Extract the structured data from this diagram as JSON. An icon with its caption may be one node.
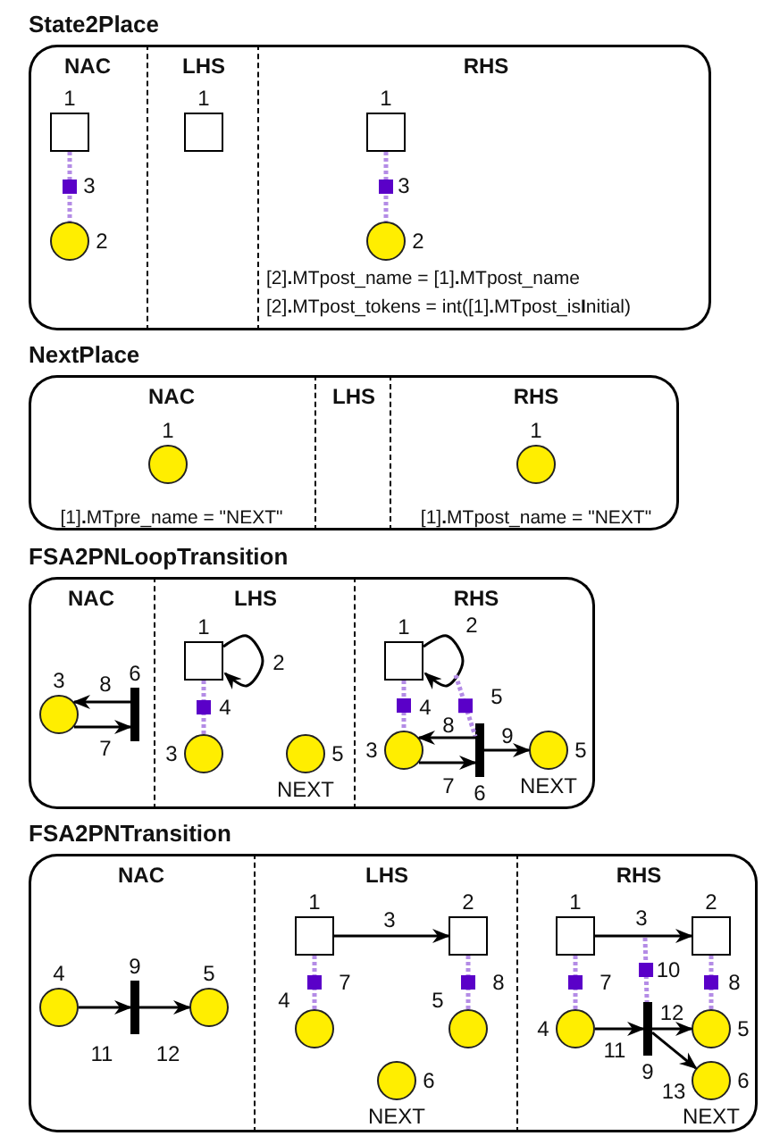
{
  "diagram": {
    "nodes": [
      {
        "text": [
          "State2Place"
        ]
      },
      {
        "text": [
          "NAC"
        ],
        "in": 0
      },
      {
        "text": [
          "LHS"
        ],
        "in": 0
      },
      {
        "text": [
          "RHS",
          "[2]**.**MTpost_name = [1]**.**MTpost_name",
          "[2]**.**MTpost_tokens = int([1]**.**MTpost_is**I**nitial)"
        ],
        "in": 0
      },
      {
        "text": [],
        "shape": "box",
        "beside": [
          "1"
        ],
        "in": 1
      },
      {
        "text": [],
        "shape": "circle",
        "beside": [
          "2"
        ],
        "in": 1
      },
      {
        "text": [],
        "shape": "box",
        "beside": [
          "1"
        ],
        "in": 2
      },
      {
        "text": [],
        "shape": "box",
        "beside": [
          "1"
        ],
        "in": 3
      },
      {
        "text": [],
        "shape": "circle",
        "beside": [
          "2"
        ],
        "in": 3
      },
      {
        "text": [
          "NextPlace"
        ]
      },
      {
        "text": [
          "NAC",
          "[1]**.**MTpre_name = \"NEXT\""
        ],
        "in": 9
      },
      {
        "text": [
          "LHS"
        ],
        "in": 9
      },
      {
        "text": [
          "RHS",
          "[1]**.**MTpost_name = \"NEXT\""
        ],
        "in": 9
      },
      {
        "text": [],
        "shape": "circle",
        "beside": [
          "1"
        ],
        "in": 10
      },
      {
        "text": [],
        "shape": "circle",
        "beside": [
          "1"
        ],
        "in": 12
      },
      {
        "text": [
          "FSA2PNLoopTransition"
        ]
      },
      {
        "text": [
          "NAC"
        ],
        "in": 15
      },
      {
        "text": [
          "LHS"
        ],
        "in": 15
      },
      {
        "text": [
          "RHS"
        ],
        "in": 15
      },
      {
        "text": [],
        "shape": "circle",
        "beside": [
          "3"
        ],
        "in": 16
      },
      {
        "text": [],
        "shape": "bar",
        "beside": [
          "6"
        ],
        "in": 16
      },
      {
        "text": [],
        "shape": "box",
        "beside": [
          "1"
        ],
        "in": 17
      },
      {
        "text": [],
        "shape": "circle",
        "beside": [
          "3"
        ],
        "in": 17
      },
      {
        "text": [],
        "shape": "circle",
        "beside": [
          "5",
          "NEXT"
        ],
        "in": 17
      },
      {
        "text": [],
        "shape": "box",
        "beside": [
          "1"
        ],
        "in": 18
      },
      {
        "text": [],
        "shape": "circle",
        "beside": [
          "3"
        ],
        "in": 18
      },
      {
        "text": [],
        "shape": "bar",
        "beside": [
          "6"
        ],
        "in": 18
      },
      {
        "text": [],
        "shape": "circle",
        "beside": [
          "5",
          "NEXT"
        ],
        "in": 18
      },
      {
        "text": [
          "FSA2PNTransition"
        ]
      },
      {
        "text": [
          "NAC"
        ],
        "in": 28
      },
      {
        "text": [
          "LHS"
        ],
        "in": 28
      },
      {
        "text": [
          "RHS"
        ],
        "in": 28
      },
      {
        "text": [],
        "shape": "circle",
        "beside": [
          "4"
        ],
        "in": 29
      },
      {
        "text": [],
        "shape": "bar",
        "beside": [
          "9"
        ],
        "in": 29
      },
      {
        "text": [],
        "shape": "circle",
        "beside": [
          "5"
        ],
        "in": 29
      },
      {
        "text": [],
        "shape": "box",
        "beside": [
          "1"
        ],
        "in": 30
      },
      {
        "text": [],
        "shape": "box",
        "beside": [
          "2"
        ],
        "in": 30
      },
      {
        "text": [],
        "shape": "circle",
        "beside": [
          "4"
        ],
        "in": 30
      },
      {
        "text": [],
        "shape": "circle",
        "beside": [
          "5"
        ],
        "in": 30
      },
      {
        "text": [],
        "shape": "circle",
        "beside": [
          "6",
          "NEXT"
        ],
        "in": 30
      },
      {
        "text": [],
        "shape": "box",
        "beside": [
          "1"
        ],
        "in": 31
      },
      {
        "text": [],
        "shape": "box",
        "beside": [
          "2"
        ],
        "in": 31
      },
      {
        "text": [],
        "shape": "circle",
        "beside": [
          "4"
        ],
        "in": 31
      },
      {
        "text": [],
        "shape": "bar",
        "beside": [
          "9"
        ],
        "in": 31
      },
      {
        "text": [],
        "shape": "circle",
        "beside": [
          "5"
        ],
        "in": 31
      },
      {
        "text": [],
        "shape": "circle",
        "beside": [
          "6",
          "NEXT"
        ],
        "in": 31
      }
    ],
    "edges": [
      {
        "from": 4,
        "to": 5,
        "arrow": "none",
        "label": "3",
        "style": "dashed",
        "color": "#b48ce6"
      },
      {
        "from": 7,
        "to": 8,
        "arrow": "none",
        "label": "3",
        "style": "dashed",
        "color": "#b48ce6"
      },
      {
        "from": 20,
        "to": 19,
        "arrow": "to",
        "label": "8"
      },
      {
        "from": 19,
        "to": 20,
        "arrow": "to",
        "label": "7"
      },
      {
        "from": 21,
        "to": 21,
        "arrow": "to",
        "label": "2"
      },
      {
        "from": 21,
        "to": 22,
        "arrow": "none",
        "label": "4",
        "style": "dashed",
        "color": "#b48ce6"
      },
      {
        "from": 24,
        "to": 24,
        "arrow": "to",
        "label": "2"
      },
      {
        "from": 24,
        "to": 25,
        "arrow": "none",
        "label": "4",
        "style": "dashed",
        "color": "#b48ce6"
      },
      {
        "from": null,
        "to": 26,
        "arrow": "none",
        "label": "5",
        "style": "dashed",
        "color": "#b48ce6"
      },
      {
        "from": 26,
        "to": 25,
        "arrow": "to",
        "label": "8"
      },
      {
        "from": 25,
        "to": 26,
        "arrow": "to",
        "label": "7"
      },
      {
        "from": 26,
        "to": 27,
        "arrow": "to",
        "label": "9"
      },
      {
        "from": 32,
        "to": 33,
        "arrow": "to",
        "label": "11"
      },
      {
        "from": 33,
        "to": 34,
        "arrow": "to",
        "label": "12"
      },
      {
        "from": 35,
        "to": 36,
        "arrow": "to",
        "label": "3"
      },
      {
        "from": 35,
        "to": 37,
        "arrow": "none",
        "label": "7",
        "style": "dashed",
        "color": "#b48ce6"
      },
      {
        "from": 36,
        "to": 38,
        "arrow": "none",
        "label": "8",
        "style": "dashed",
        "color": "#b48ce6"
      },
      {
        "from": 40,
        "to": 41,
        "arrow": "to",
        "label": "3"
      },
      {
        "from": 40,
        "to": 42,
        "arrow": "none",
        "label": "7",
        "style": "dashed",
        "color": "#b48ce6"
      },
      {
        "from": 41,
        "to": 44,
        "arrow": "none",
        "label": "8",
        "style": "dashed",
        "color": "#b48ce6"
      },
      {
        "from": null,
        "to": 43,
        "arrow": "none",
        "label": "10",
        "style": "dashed",
        "color": "#b48ce6"
      },
      {
        "from": 42,
        "to": 43,
        "arrow": "to",
        "label": "11"
      },
      {
        "from": 43,
        "to": 44,
        "arrow": "to",
        "label": "12"
      },
      {
        "from": 43,
        "to": 45,
        "arrow": "to",
        "label": "13"
      }
    ]
  }
}
